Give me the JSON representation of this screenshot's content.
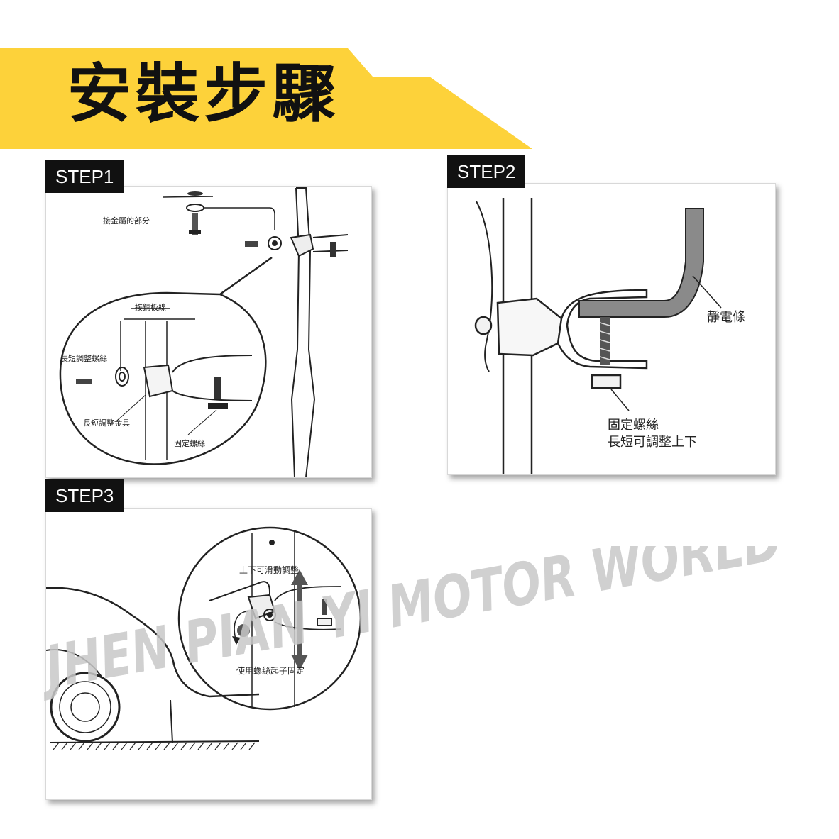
{
  "header": {
    "title": "安裝步驟"
  },
  "step1": {
    "label": "STEP1",
    "callouts": {
      "metal_part": "接金屬的部分",
      "wire": "接鋼板線",
      "adjust_screw": "長短調整螺絲",
      "adjust_bracket": "長短調整金具",
      "fix_screw": "固定螺絲"
    }
  },
  "step2": {
    "label": "STEP2",
    "callouts": {
      "strip": "靜電條",
      "fix_screw": "固定螺絲",
      "adjust": "長短可調整上下"
    }
  },
  "step3": {
    "label": "STEP3",
    "callouts": {
      "slide": "上下可滑動調整",
      "screwdriver": "使用螺絲起子固定"
    }
  },
  "watermark": {
    "text": "JHEN PIAN YI MOTOR WORLD"
  },
  "colors": {
    "banner": "#fdd23a",
    "label_bg": "#111111",
    "ink": "#222222",
    "watermark": "#c8c8c8"
  }
}
